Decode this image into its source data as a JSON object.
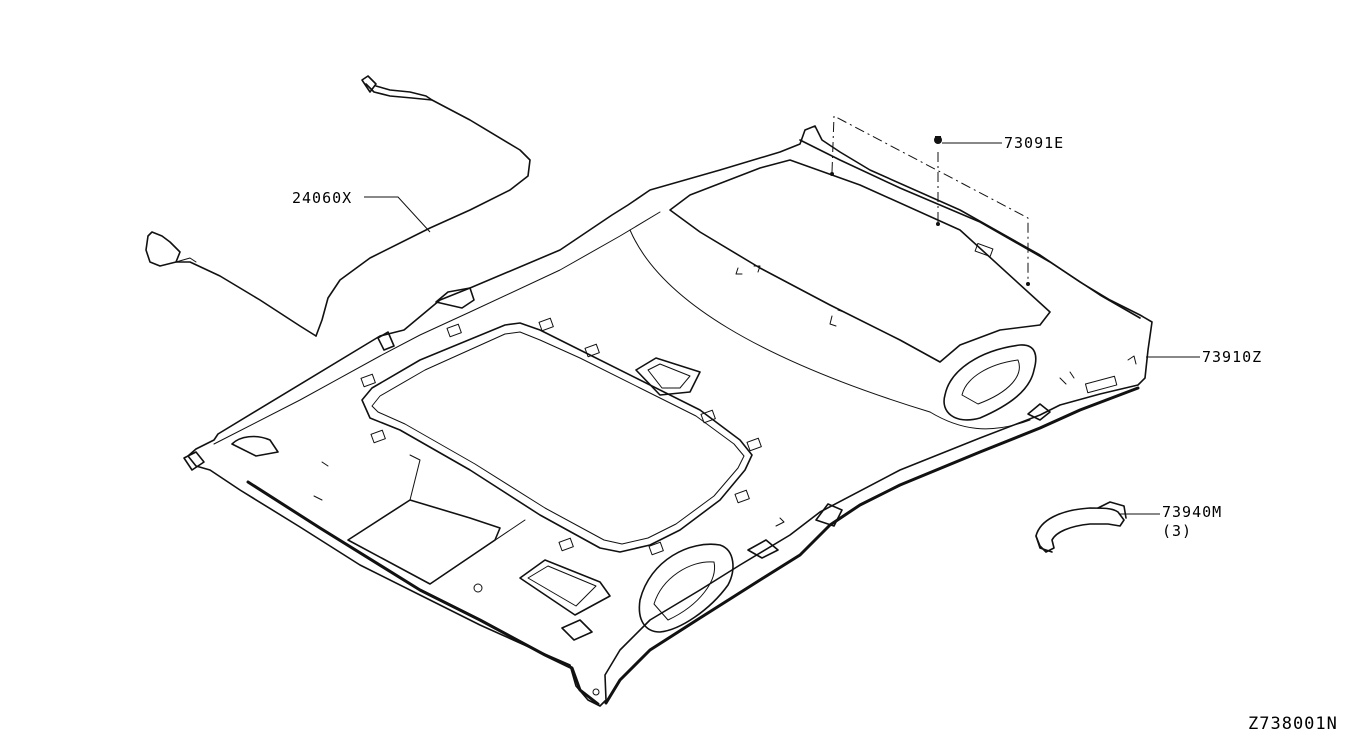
{
  "diagram": {
    "parts": [
      {
        "id": "wire",
        "number": "24060X",
        "icon": "roof-wire-harness"
      },
      {
        "id": "clip",
        "number": "73091E",
        "icon": "clip"
      },
      {
        "id": "headlining",
        "number": "73910Z",
        "icon": "roof-headlining"
      },
      {
        "id": "grip",
        "number": "73940M",
        "qty": "(3)",
        "icon": "assist-grip"
      }
    ],
    "figure_code": "Z738001N"
  }
}
